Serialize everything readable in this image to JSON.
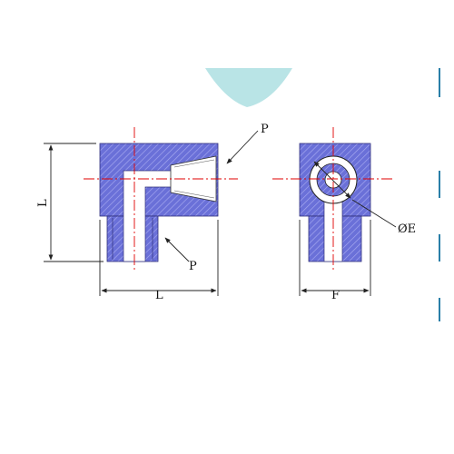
{
  "labels": {
    "pipe_thread_top": "P",
    "pipe_thread_bottom": "P",
    "height_dim": "L",
    "length_dim": "L",
    "width_dim": "F",
    "bore_diameter": "ØE"
  },
  "colors": {
    "body_fill": "#6a70d8",
    "hatch": "#a7aaf0",
    "bore_fill": "#ffffff",
    "centerline": "#e00000",
    "dimension_line": "#222222",
    "outline": "#2e2e7a",
    "accent_teal": "#b9e4e6",
    "accent_blue": "#2a7fa8"
  }
}
